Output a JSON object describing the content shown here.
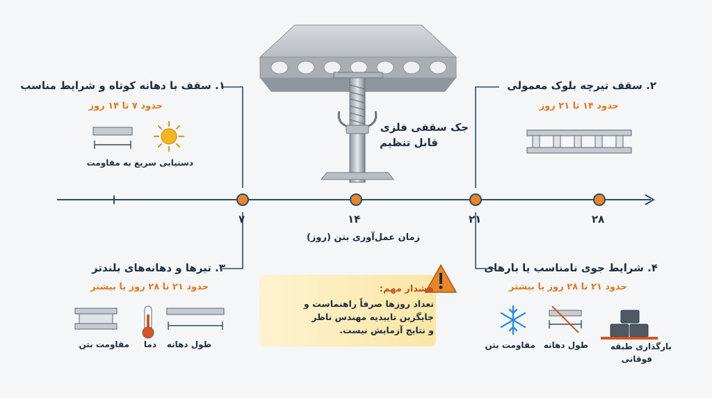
{
  "cards": [
    {
      "title": "۱. سقف با دهانه کوتاه و شرایط مناسب",
      "range": "حدود ۷ تا ۱۴ روز",
      "labels": [
        "دستیابی سریع به مقاومت"
      ]
    },
    {
      "title": "۲. سقف تیرچه بلوک معمولی",
      "range": "حدود ۱۴ تا ۲۱ روز",
      "labels": []
    },
    {
      "title": "۳. تیرها و دهانه‌های بلندتر",
      "range": "حدود ۲۱ تا ۲۸ روز یا بیشتر",
      "labels": [
        "مقاومت بتن",
        "دما",
        "طول دهانه"
      ]
    },
    {
      "title": "۴. شرایط جوی نامناسب یا بارهای",
      "range": "حدود ۲۱ تا ۲۸ روز یا بیشتر",
      "labels": [
        "مقاومت بتن",
        "طول دهانه",
        "بارگذاری طبقه",
        "فوقانی"
      ]
    }
  ],
  "jack_label": [
    "جک سقفی فلزی",
    "قابل تنظیم"
  ],
  "timeline": {
    "ticks": [
      "۷",
      "۱۴",
      "۲۱",
      "۲۸"
    ],
    "axis_label": "زمان عمل‌آوری بتن (روز)"
  },
  "warning": {
    "heading": "هشدار مهم:",
    "lines": [
      "تعداد روزها صرفاً راهنماست و",
      "جایگزین تاییدیه مهندس ناظر",
      "و نتایج آزمایش نیست."
    ]
  },
  "colors": {
    "accent": "#e07a1f",
    "line": "#2f4a66",
    "warning_bg": "#fdf0c4"
  },
  "icons": [
    "sun-icon",
    "beam-icon",
    "thermometer-icon",
    "snowflake-icon",
    "weights-icon",
    "warning-icon",
    "steel-jack-icon"
  ]
}
